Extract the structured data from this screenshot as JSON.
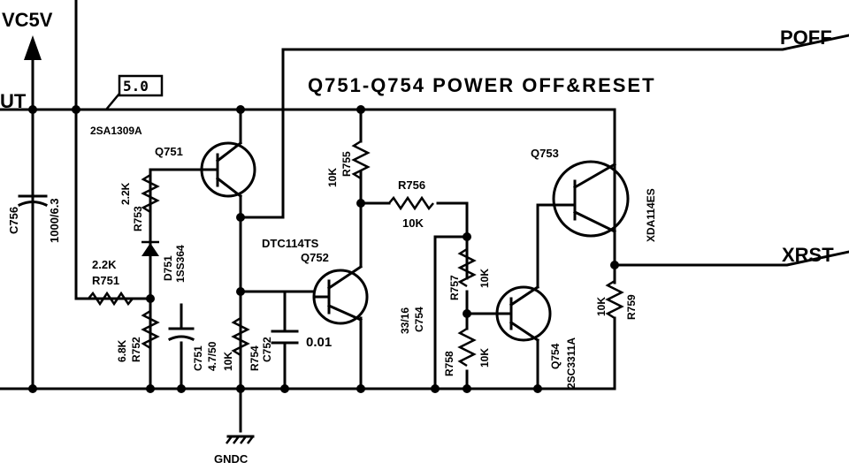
{
  "title": "Q751-Q754 POWER OFF&RESET",
  "nets": {
    "vcc": "VC5V",
    "poff": "POFF",
    "xrst": "XRST",
    "gnd": "GNDC",
    "voltage_tag": "5.0",
    "left_edge_fragment": "UT"
  },
  "components": {
    "c756_ref": "C756",
    "c756_val": "1000/6.3",
    "q751_type": "2SA1309A",
    "q751_ref": "Q751",
    "r753_ref": "R753",
    "r753_val": "2.2K",
    "r751_val": "2.2K",
    "r751_ref": "R751",
    "d751_ref": "D751",
    "d751_type": "1SS364",
    "r752_val": "6.8K",
    "r752_ref": "R752",
    "c751_ref": "C751",
    "c751_val": "4.7/50",
    "r754_val": "10K",
    "r754_ref": "R754",
    "c752_ref": "C752",
    "c752_val": "0.01",
    "q752_type": "DTC114TS",
    "q752_ref": "Q752",
    "r755_val": "10K",
    "r755_ref": "R755",
    "r756_ref": "R756",
    "r756_val": "10K",
    "c754_val": "33/16",
    "c754_ref": "C754",
    "r757_ref": "R757",
    "r757_val": "10K",
    "r758_ref": "R758",
    "r758_val": "10K",
    "q753_ref": "Q753",
    "q753_type": "XDA114ES",
    "q754_ref": "Q754",
    "q754_type": "2SC3311A",
    "r759_val": "10K",
    "r759_ref": "R759"
  }
}
